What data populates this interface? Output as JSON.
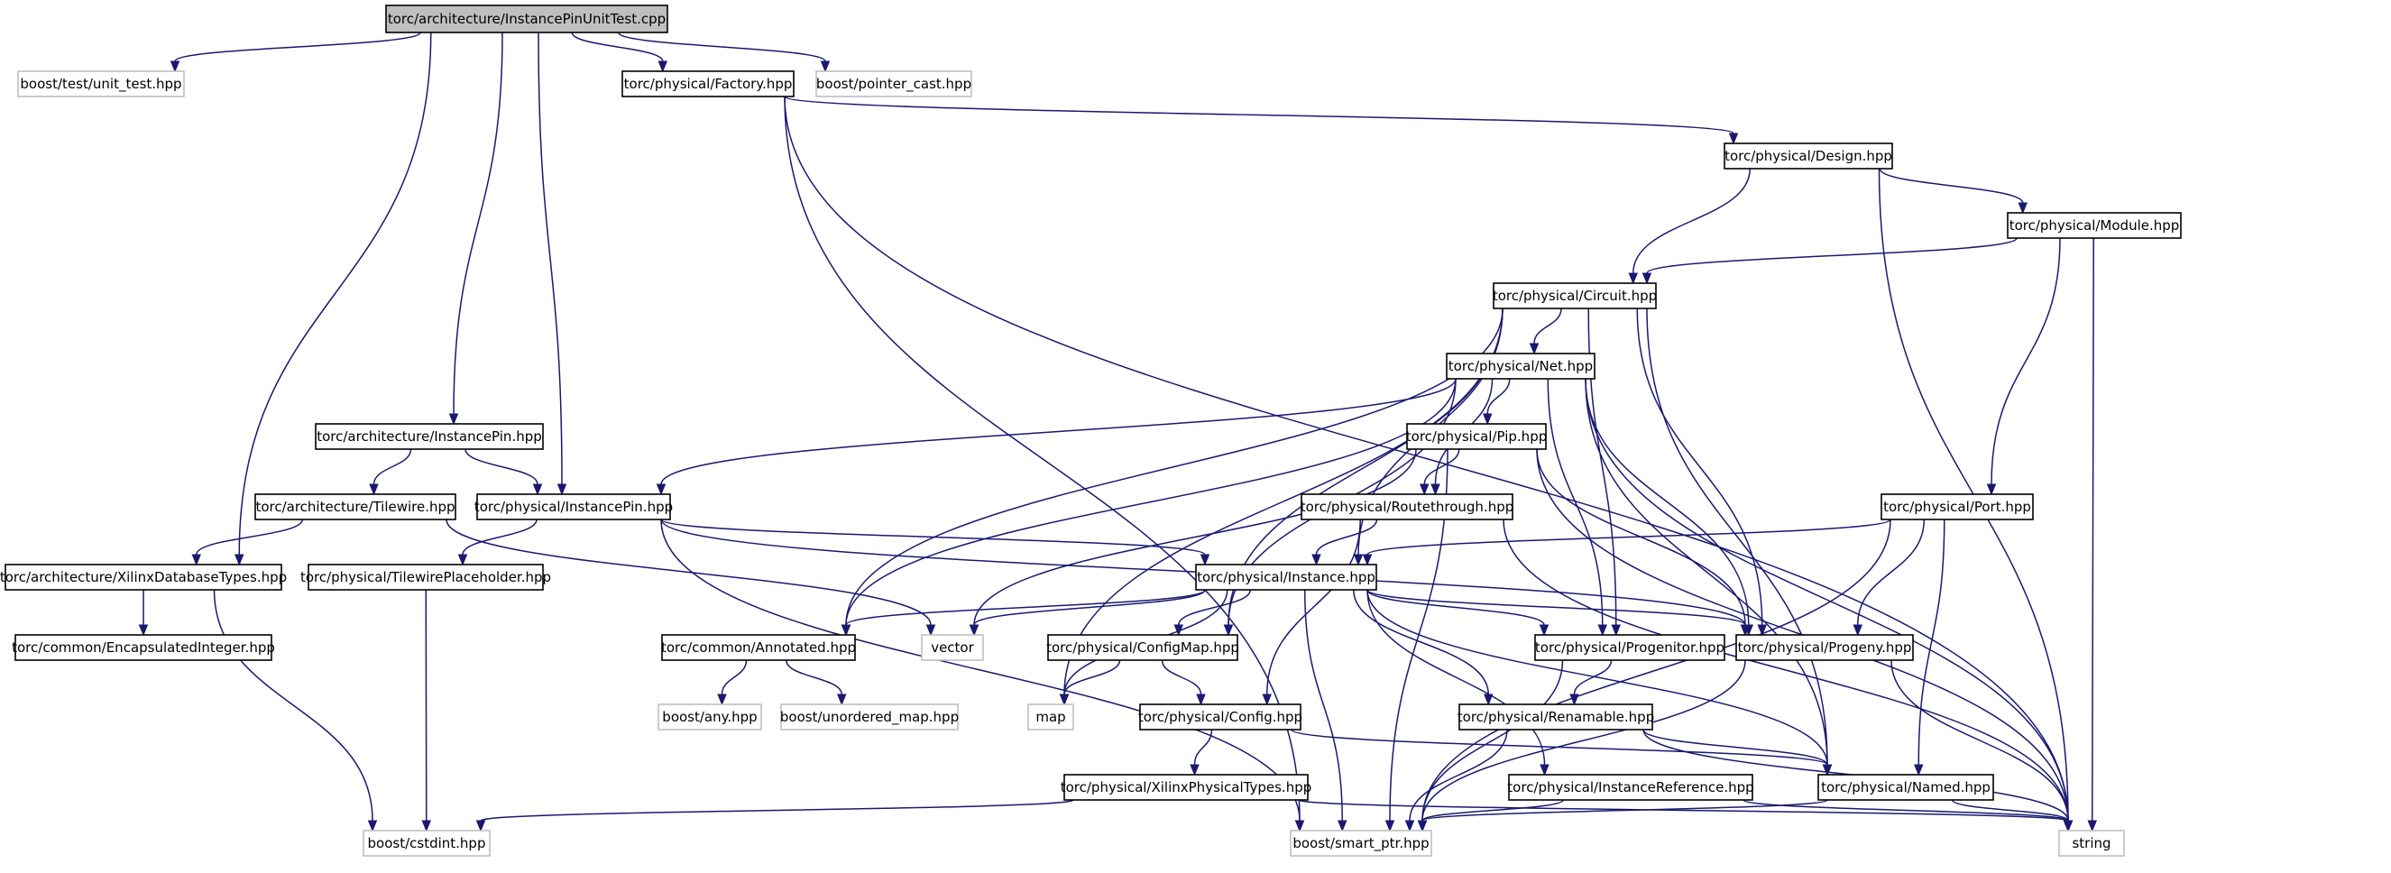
{
  "diagram": {
    "type": "include-dependency-graph",
    "colors": {
      "edge": "#191970",
      "root_fill": "#bfbfbf",
      "node_border": "#000000",
      "external_border": "#bfbfbf"
    },
    "nodes": [
      {
        "id": "root",
        "label": "torc/architecture/InstancePinUnitTest.cpp",
        "kind": "root"
      },
      {
        "id": "unit_test",
        "label": "boost/test/unit_test.hpp",
        "kind": "external"
      },
      {
        "id": "factory",
        "label": "torc/physical/Factory.hpp",
        "kind": "local"
      },
      {
        "id": "pointer_cast",
        "label": "boost/pointer_cast.hpp",
        "kind": "external"
      },
      {
        "id": "design",
        "label": "torc/physical/Design.hpp",
        "kind": "local"
      },
      {
        "id": "module",
        "label": "torc/physical/Module.hpp",
        "kind": "local"
      },
      {
        "id": "circuit",
        "label": "torc/physical/Circuit.hpp",
        "kind": "local"
      },
      {
        "id": "net",
        "label": "torc/physical/Net.hpp",
        "kind": "local"
      },
      {
        "id": "arch_instancepin",
        "label": "torc/architecture/InstancePin.hpp",
        "kind": "local"
      },
      {
        "id": "pip",
        "label": "torc/physical/Pip.hpp",
        "kind": "local"
      },
      {
        "id": "tilewire",
        "label": "torc/architecture/Tilewire.hpp",
        "kind": "local"
      },
      {
        "id": "phys_instancepin",
        "label": "torc/physical/InstancePin.hpp",
        "kind": "local"
      },
      {
        "id": "routethrough",
        "label": "torc/physical/Routethrough.hpp",
        "kind": "local"
      },
      {
        "id": "port",
        "label": "torc/physical/Port.hpp",
        "kind": "local"
      },
      {
        "id": "xilinxdb",
        "label": "torc/architecture/XilinxDatabaseTypes.hpp",
        "kind": "local"
      },
      {
        "id": "tileplaceholder",
        "label": "torc/physical/TilewirePlaceholder.hpp",
        "kind": "local"
      },
      {
        "id": "instance",
        "label": "torc/physical/Instance.hpp",
        "kind": "local"
      },
      {
        "id": "encint",
        "label": "torc/common/EncapsulatedInteger.hpp",
        "kind": "local"
      },
      {
        "id": "annotated",
        "label": "torc/common/Annotated.hpp",
        "kind": "local"
      },
      {
        "id": "vector",
        "label": "vector",
        "kind": "external"
      },
      {
        "id": "configmap",
        "label": "torc/physical/ConfigMap.hpp",
        "kind": "local"
      },
      {
        "id": "progenitor",
        "label": "torc/physical/Progenitor.hpp",
        "kind": "local"
      },
      {
        "id": "progeny",
        "label": "torc/physical/Progeny.hpp",
        "kind": "local"
      },
      {
        "id": "any",
        "label": "boost/any.hpp",
        "kind": "external"
      },
      {
        "id": "unordered_map",
        "label": "boost/unordered_map.hpp",
        "kind": "external"
      },
      {
        "id": "map",
        "label": "map",
        "kind": "external"
      },
      {
        "id": "config",
        "label": "torc/physical/Config.hpp",
        "kind": "local"
      },
      {
        "id": "renamable",
        "label": "torc/physical/Renamable.hpp",
        "kind": "local"
      },
      {
        "id": "xilinxphys",
        "label": "torc/physical/XilinxPhysicalTypes.hpp",
        "kind": "local"
      },
      {
        "id": "instref",
        "label": "torc/physical/InstanceReference.hpp",
        "kind": "local"
      },
      {
        "id": "named",
        "label": "torc/physical/Named.hpp",
        "kind": "local"
      },
      {
        "id": "cstdint",
        "label": "boost/cstdint.hpp",
        "kind": "external"
      },
      {
        "id": "smart_ptr",
        "label": "boost/smart_ptr.hpp",
        "kind": "external"
      },
      {
        "id": "string",
        "label": "string",
        "kind": "external"
      }
    ],
    "edges": [
      [
        "root",
        "unit_test"
      ],
      [
        "root",
        "factory"
      ],
      [
        "root",
        "pointer_cast"
      ],
      [
        "root",
        "arch_instancepin"
      ],
      [
        "root",
        "phys_instancepin"
      ],
      [
        "root",
        "xilinxdb"
      ],
      [
        "factory",
        "design"
      ],
      [
        "factory",
        "smart_ptr"
      ],
      [
        "factory",
        "string"
      ],
      [
        "design",
        "module"
      ],
      [
        "design",
        "circuit"
      ],
      [
        "design",
        "string"
      ],
      [
        "module",
        "circuit"
      ],
      [
        "module",
        "port"
      ],
      [
        "module",
        "string"
      ],
      [
        "circuit",
        "net"
      ],
      [
        "circuit",
        "annotated"
      ],
      [
        "circuit",
        "configmap"
      ],
      [
        "circuit",
        "instance"
      ],
      [
        "circuit",
        "map"
      ],
      [
        "circuit",
        "progenitor"
      ],
      [
        "circuit",
        "progeny"
      ],
      [
        "circuit",
        "named"
      ],
      [
        "net",
        "phys_instancepin"
      ],
      [
        "net",
        "pip"
      ],
      [
        "net",
        "routethrough"
      ],
      [
        "net",
        "annotated"
      ],
      [
        "net",
        "configmap"
      ],
      [
        "net",
        "progenitor"
      ],
      [
        "net",
        "progeny"
      ],
      [
        "net",
        "named"
      ],
      [
        "net",
        "string"
      ],
      [
        "arch_instancepin",
        "tilewire"
      ],
      [
        "arch_instancepin",
        "phys_instancepin"
      ],
      [
        "tilewire",
        "xilinxdb"
      ],
      [
        "tilewire",
        "vector"
      ],
      [
        "phys_instancepin",
        "tileplaceholder"
      ],
      [
        "phys_instancepin",
        "instance"
      ],
      [
        "phys_instancepin",
        "progeny"
      ],
      [
        "phys_instancepin",
        "smart_ptr"
      ],
      [
        "pip",
        "routethrough"
      ],
      [
        "pip",
        "vector"
      ],
      [
        "pip",
        "progeny"
      ],
      [
        "pip",
        "smart_ptr"
      ],
      [
        "pip",
        "string"
      ],
      [
        "routethrough",
        "instance"
      ],
      [
        "routethrough",
        "config"
      ],
      [
        "routethrough",
        "string"
      ],
      [
        "port",
        "instance"
      ],
      [
        "port",
        "progeny"
      ],
      [
        "port",
        "named"
      ],
      [
        "port",
        "smart_ptr"
      ],
      [
        "xilinxdb",
        "encint"
      ],
      [
        "xilinxdb",
        "cstdint"
      ],
      [
        "tileplaceholder",
        "cstdint"
      ],
      [
        "instance",
        "annotated"
      ],
      [
        "instance",
        "vector"
      ],
      [
        "instance",
        "configmap"
      ],
      [
        "instance",
        "progenitor"
      ],
      [
        "instance",
        "progeny"
      ],
      [
        "instance",
        "map"
      ],
      [
        "instance",
        "renamable"
      ],
      [
        "instance",
        "instref"
      ],
      [
        "instance",
        "named"
      ],
      [
        "instance",
        "smart_ptr"
      ],
      [
        "annotated",
        "any"
      ],
      [
        "annotated",
        "unordered_map"
      ],
      [
        "configmap",
        "map"
      ],
      [
        "configmap",
        "config"
      ],
      [
        "progenitor",
        "renamable"
      ],
      [
        "progenitor",
        "smart_ptr"
      ],
      [
        "progeny",
        "smart_ptr"
      ],
      [
        "progeny",
        "string"
      ],
      [
        "config",
        "xilinxphys"
      ],
      [
        "config",
        "named"
      ],
      [
        "renamable",
        "named"
      ],
      [
        "renamable",
        "smart_ptr"
      ],
      [
        "renamable",
        "string"
      ],
      [
        "xilinxphys",
        "cstdint"
      ],
      [
        "xilinxphys",
        "string"
      ],
      [
        "instref",
        "smart_ptr"
      ],
      [
        "instref",
        "string"
      ],
      [
        "named",
        "smart_ptr"
      ],
      [
        "named",
        "string"
      ]
    ]
  }
}
